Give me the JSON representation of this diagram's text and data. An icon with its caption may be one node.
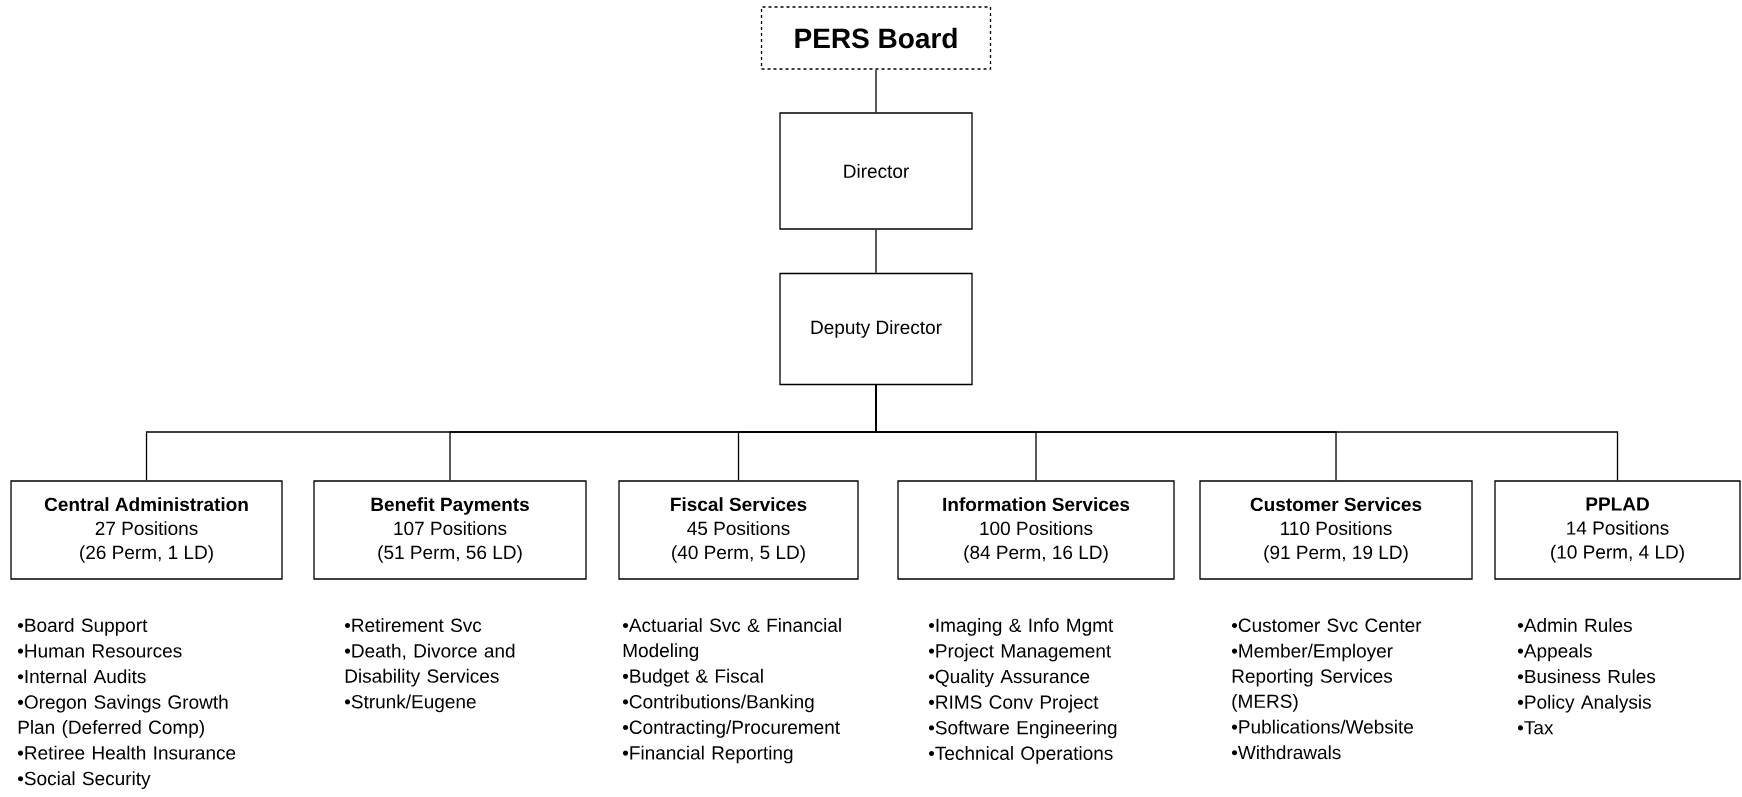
{
  "diagram": {
    "nodes": [
      {
        "text": [
          "PERS Board"
        ]
      },
      {
        "text": [
          "Director"
        ]
      },
      {
        "text": [
          "Deputy Director"
        ]
      },
      {
        "text": [
          "Central Administration",
          "27 Positions",
          "(26 Perm, 1 LD)"
        ],
        "beside": [
          "•Board Support",
          "•Human Resources",
          "•Internal Audits",
          "•Oregon Savings Growth Plan (Deferred Comp)",
          "•Retiree Health Insurance",
          "•Social Security"
        ]
      },
      {
        "text": [
          "Benefit Payments",
          "107 Positions",
          "(51 Perm, 56 LD)"
        ],
        "beside": [
          "•Retirement Svc",
          "•Death, Divorce and Disability Services",
          "•Strunk/Eugene"
        ]
      },
      {
        "text": [
          "Fiscal Services",
          "45 Positions",
          "(40 Perm, 5 LD)"
        ],
        "beside": [
          "•Actuarial Svc & Financial Modeling",
          "•Budget & Fiscal",
          "•Contributions/Banking",
          "•Contracting/Procurement",
          "•Financial Reporting"
        ]
      },
      {
        "text": [
          "Information Services",
          "100 Positions",
          "(84 Perm, 16 LD)"
        ],
        "beside": [
          "•Imaging & Info Mgmt",
          "•Project Management",
          "•Quality Assurance",
          "•RIMS Conv Project",
          "•Software Engineering",
          "•Technical Operations"
        ]
      },
      {
        "text": [
          "Customer Services",
          "110 Positions",
          "(91 Perm, 19 LD)"
        ],
        "beside": [
          "•Customer Svc Center",
          "•Member/Employer Reporting Services (MERS)",
          "•Publications/Website",
          "•Withdrawals"
        ]
      },
      {
        "text": [
          "PPLAD",
          "14 Positions",
          "(10 Perm, 4 LD)"
        ],
        "beside": [
          "•Admin Rules",
          "•Appeals",
          "•Business Rules",
          "•Policy Analysis",
          "•Tax"
        ]
      }
    ],
    "edges": [
      {
        "from": 0,
        "to": 1,
        "arrow": "none"
      },
      {
        "from": 1,
        "to": 2,
        "arrow": "none"
      },
      {
        "from": 2,
        "to": 3,
        "arrow": "none"
      },
      {
        "from": 2,
        "to": 4,
        "arrow": "none"
      },
      {
        "from": 2,
        "to": 5,
        "arrow": "none"
      },
      {
        "from": 2,
        "to": 6,
        "arrow": "none"
      },
      {
        "from": 2,
        "to": 7,
        "arrow": "none"
      },
      {
        "from": 2,
        "to": 8,
        "arrow": "none"
      }
    ]
  }
}
